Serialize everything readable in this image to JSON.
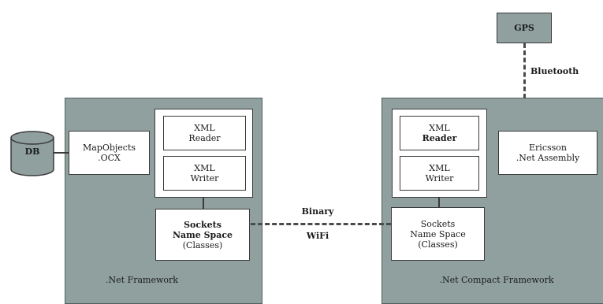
{
  "gps": {
    "label": "GPS"
  },
  "bluetooth": {
    "label": "Bluetooth"
  },
  "db": {
    "label": "DB"
  },
  "left": {
    "mapobjects": [
      "MapObjects",
      ".OCX"
    ],
    "xml_reader": [
      "XML",
      "Reader"
    ],
    "xml_writer": [
      "XML",
      "Writer"
    ],
    "sockets": [
      "Sockets",
      "Name Space",
      "(Classes)"
    ],
    "framework": ".Net Framework"
  },
  "right": {
    "xml_reader": [
      "XML",
      "Reader"
    ],
    "xml_writer": [
      "XML",
      "Writer"
    ],
    "ericsson": [
      "Ericsson",
      ".Net Assembly"
    ],
    "sockets": [
      "Sockets",
      "Name Space",
      "(Classes)"
    ],
    "framework": ".Net Compact Framework"
  },
  "link": {
    "top": "Binary",
    "bottom": "WiFi"
  },
  "colors": {
    "panel": "#8fa09f",
    "box": "#ffffff",
    "line": "#3a3a3a"
  }
}
